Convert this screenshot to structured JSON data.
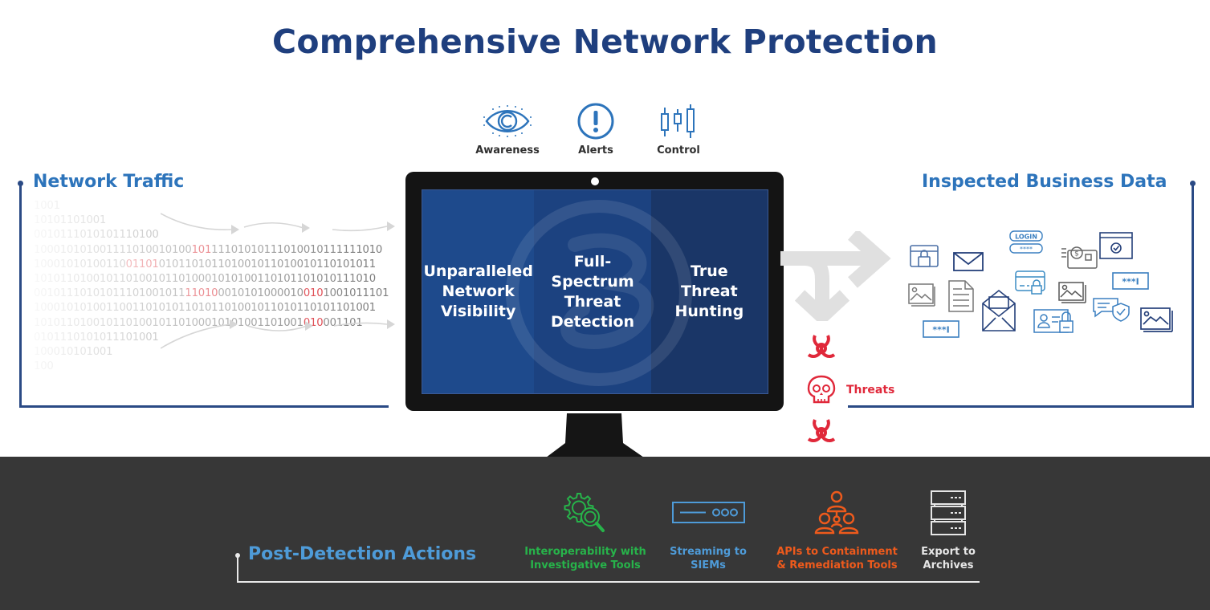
{
  "title": "Comprehensive Network Protection",
  "features": [
    {
      "icon": "eye-icon",
      "label": "Awareness"
    },
    {
      "icon": "alert-icon",
      "label": "Alerts"
    },
    {
      "icon": "control-sliders-icon",
      "label": "Control"
    }
  ],
  "network_traffic": {
    "heading": "Network Traffic",
    "binary_lines": [
      [
        "1001",
        "",
        ""
      ],
      [
        "10101101001",
        "",
        ""
      ],
      [
        "0010111010101110100",
        "",
        ""
      ],
      [
        "100010101001111010010100",
        "101",
        "11101010111010010111111010"
      ],
      [
        "10001010100110",
        "01101",
        "010110101101001011010010110101011"
      ],
      [
        "1010110100101101001011010001010100110101101010111010",
        "",
        ""
      ],
      [
        "00101110101011101001011",
        "11010",
        "0010101000010|010|1001011101"
      ],
      [
        "1000101010011001101010110101101001011010110101101001",
        "",
        ""
      ],
      [
        "10101101001011010010110100010101001101001",
        "010",
        "001101"
      ],
      [
        "0101110101011101001",
        "",
        ""
      ],
      [
        "100010101001",
        "",
        ""
      ],
      [
        "100",
        "",
        ""
      ]
    ]
  },
  "monitor": {
    "panels": [
      {
        "label": "Unparalleled\nNetwork\nVisibility"
      },
      {
        "label": "Full-\nSpectrum\nThreat\nDetection"
      },
      {
        "label": "True\nThreat\nHunting"
      }
    ]
  },
  "threats": {
    "label": "Threats",
    "icons": [
      "biohazard-icon",
      "skull-icon",
      "biohazard-icon"
    ],
    "color": "#e0283a"
  },
  "inspected_data": {
    "heading": "Inspected Business Data",
    "icons": [
      {
        "name": "browser-lock-icon"
      },
      {
        "name": "envelope-icon"
      },
      {
        "name": "login-form-icon",
        "text": "LOGIN",
        "password": "****"
      },
      {
        "name": "payment-card-icon"
      },
      {
        "name": "browser-check-icon"
      },
      {
        "name": "image-icon"
      },
      {
        "name": "document-icon"
      },
      {
        "name": "credit-card-lock-icon"
      },
      {
        "name": "image-icon"
      },
      {
        "name": "password-field-icon",
        "text": "***I"
      },
      {
        "name": "open-envelope-icon"
      },
      {
        "name": "id-card-lock-icon"
      },
      {
        "name": "secure-chat-icon"
      },
      {
        "name": "image-icon"
      },
      {
        "name": "password-field-icon",
        "text": "***I"
      }
    ]
  },
  "post_detection": {
    "heading": "Post-Detection Actions",
    "actions": [
      {
        "icon": "gear-search-icon",
        "label": "Interoperability with\nInvestigative Tools",
        "color": "#27b34a"
      },
      {
        "icon": "server-rack-icon",
        "label": "Streaming to\nSIEMs",
        "color": "#4e9bd8"
      },
      {
        "icon": "people-network-icon",
        "label": "APIs to Containment\n& Remediation Tools",
        "color": "#ee5a1c"
      },
      {
        "icon": "storage-stack-icon",
        "label": "Export to\nArchives",
        "color": "#e6e6e6"
      }
    ]
  },
  "colors": {
    "title": "#1f3f7e",
    "heading_blue": "#2d74bb",
    "frame": "#2a4a85",
    "dark_band": "#373737"
  }
}
